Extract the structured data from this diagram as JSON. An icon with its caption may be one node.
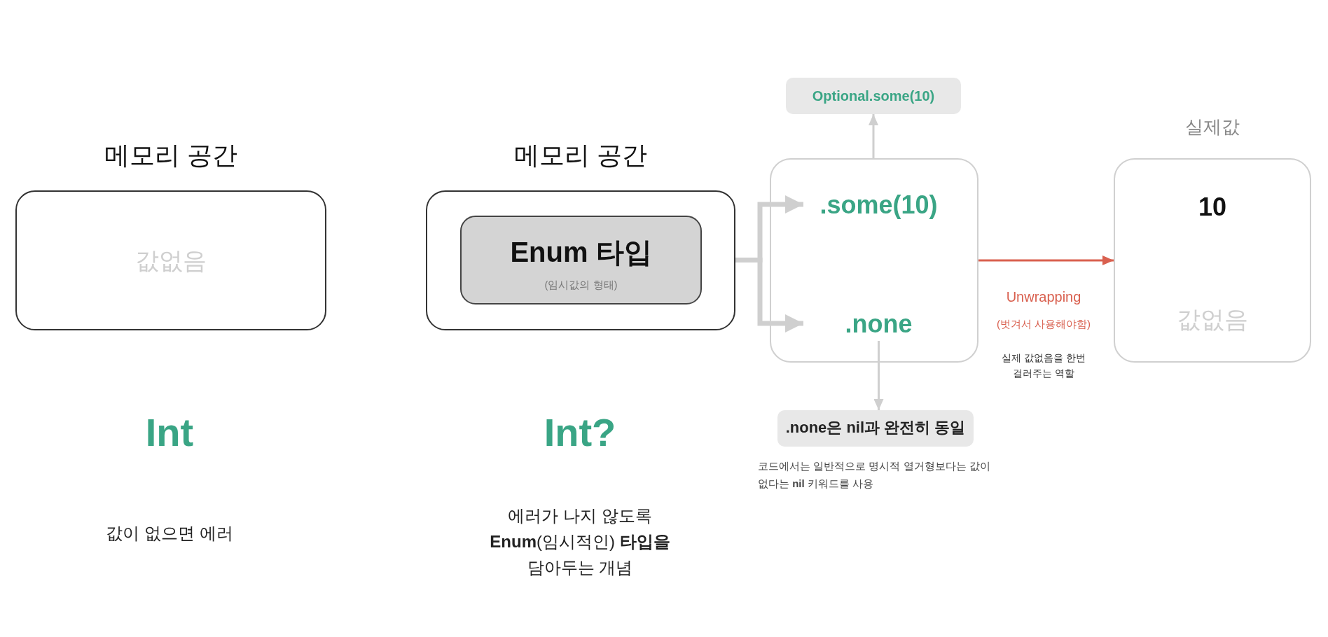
{
  "diagram": {
    "nodes": [
      {
        "text": [
          "메모리 공간",
          "값없음"
        ]
      },
      {
        "text": [
          "메모리 공간"
        ]
      },
      {
        "text": [
          "Enum 타입",
          "(임시값의 형태)"
        ],
        "in": 1
      },
      {
        "text": [
          "Optional.some(10)"
        ]
      },
      {
        "text": [],
        "shape": "box"
      },
      {
        "text": [
          ".some(10)"
        ],
        "in": 4
      },
      {
        "text": [
          ".none"
        ],
        "in": 4
      },
      {
        "text": [
          "실제값",
          "10",
          "값없음"
        ]
      },
      {
        "text": [
          ".none은 nil과 완전히 동일"
        ]
      }
    ],
    "edges": [
      {
        "from": 2,
        "to": 5,
        "arrow": "to",
        "style": "thick"
      },
      {
        "from": 2,
        "to": 6,
        "arrow": "to",
        "style": "thick"
      },
      {
        "from": 4,
        "to": 3,
        "arrow": "to"
      },
      {
        "from": 6,
        "to": 8,
        "arrow": "to"
      },
      {
        "from": 4,
        "to": 7,
        "arrow": "to",
        "label": "Unwrapping",
        "color": "#d9604f"
      }
    ],
    "labels": [
      "Int",
      "Int?",
      "값이 없으면 에러",
      "에러가 나지 않도록 **Enum**(임시적인) **타입을** 담아두는 개념",
      "(벗겨서 사용해야함)",
      "실제 값없음을 한번 걸러주는 역할",
      "코드에서는 일반적으로 명시적 열거형보다는 값이 없다는 **nil** 키워드를 사용"
    ]
  }
}
